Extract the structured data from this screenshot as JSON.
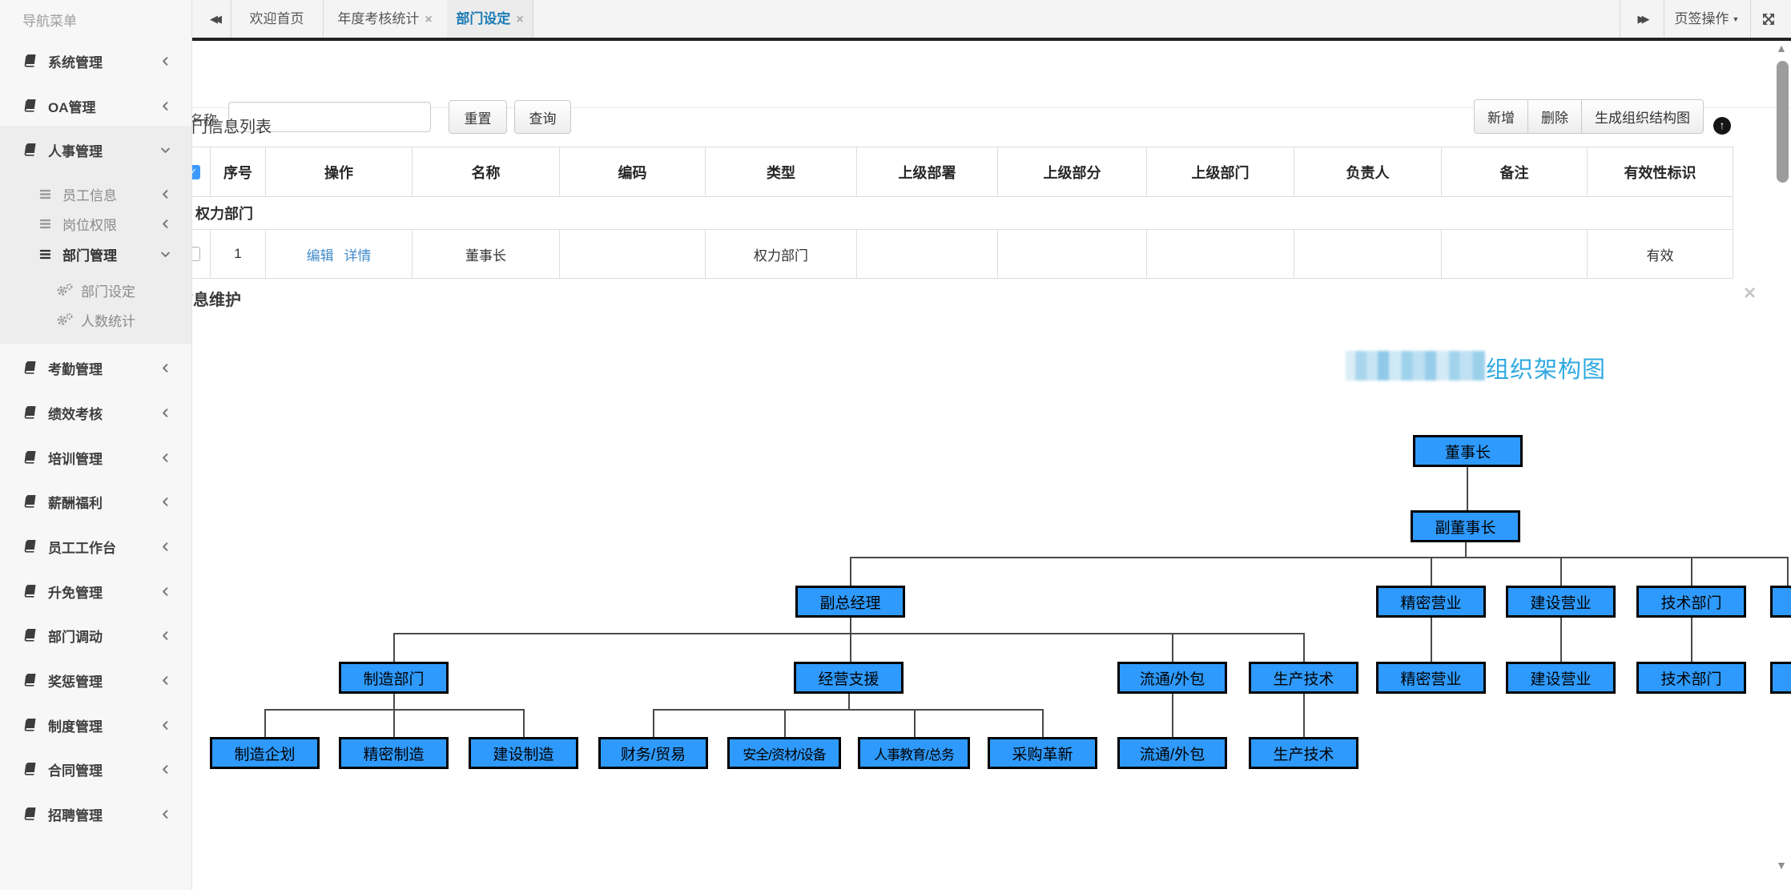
{
  "sidebar": {
    "title": "导航菜单",
    "items_top": [
      "系统管理",
      "OA管理",
      "人事管理"
    ],
    "hr_sub": [
      "员工信息",
      "岗位权限",
      "部门管理"
    ],
    "dept_sub": [
      "部门设定",
      "人数统计"
    ],
    "items_bottom": [
      "考勤管理",
      "绩效考核",
      "培训管理",
      "薪酬福利",
      "员工工作台",
      "升免管理",
      "部门调动",
      "奖惩管理",
      "制度管理",
      "合同管理",
      "招聘管理"
    ]
  },
  "tabbar": {
    "tab_home": "欢迎首页",
    "tab_stats": "年度考核统计",
    "tab_dept": "部门设定",
    "ops": "页签操作"
  },
  "filter": {
    "label": "名称",
    "input_value": "",
    "reset": "重置",
    "query": "查询"
  },
  "actions": {
    "add": "新增",
    "remove": "删除",
    "generate": "生成组织结构图"
  },
  "list_panel": {
    "title": "部门信息列表"
  },
  "table": {
    "headers": [
      "序号",
      "操作",
      "名称",
      "编码",
      "类型",
      "上级部署",
      "上级部分",
      "上级部门",
      "负责人",
      "备注",
      "有效性标识"
    ],
    "group": "权力部门",
    "row": {
      "seq": "1",
      "edit": "编辑",
      "detail": "详情",
      "name": "董事长",
      "code": "",
      "type": "权力部门",
      "sup_dept1": "",
      "sup_dept2": "",
      "sup_dept3": "",
      "owner": "",
      "remark": "",
      "valid": "有效"
    }
  },
  "maintain_panel": {
    "title": "部门信息维护"
  },
  "org_chart": {
    "title": "组织架构图",
    "title_prefix_redacted": true,
    "box_color": "#2E9AFE",
    "title_color": "#2fa9e1",
    "l1": "董事长",
    "l2": "副董事长",
    "l3": [
      "副总经理",
      "精密营业",
      "建设营业",
      "技术部门"
    ],
    "l4": [
      "制造部门",
      "经营支援",
      "流通/外包",
      "生产技术",
      "精密营业",
      "建设营业",
      "技术部门"
    ],
    "l5": [
      "制造企划",
      "精密制造",
      "建设制造",
      "财务/贸易",
      "安全/资材/设备",
      "人事教育/总务",
      "采购革新",
      "流通/外包",
      "生产技术"
    ],
    "truncated_right_nodes": [
      "row3",
      "row4"
    ]
  },
  "icons": {
    "back": "◀◀",
    "forward": "▶▶",
    "caret_down": "▼",
    "close": "×",
    "collapse_up": "↑",
    "check": "✓",
    "scroll_up": "▲",
    "scroll_down": "▼"
  }
}
